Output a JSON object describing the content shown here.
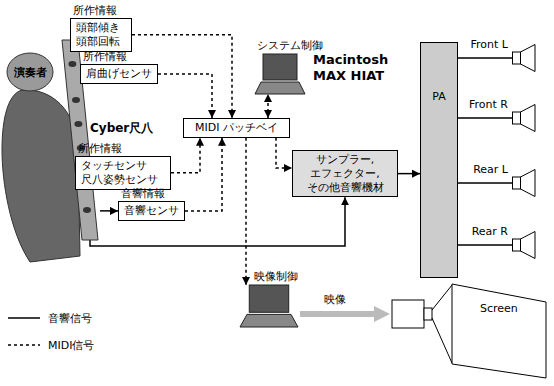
{
  "diagram": {
    "nodes": [
      {
        "text": [
          "演奏者"
        ]
      },
      {
        "text": [
          "Cyber尺八"
        ]
      },
      {
        "text": [
          "所作情報",
          "頭部傾き 頭部回転"
        ]
      },
      {
        "text": [
          "所作情報",
          "肩曲げセンサ"
        ]
      },
      {
        "text": [
          "システム制御",
          "Macintosh MAX HIAT"
        ]
      },
      {
        "text": [
          "MIDI パッチベイ"
        ]
      },
      {
        "text": [
          "所作情報",
          "タッチセンサ 尺八姿勢センサ"
        ]
      },
      {
        "text": [
          "音響情報",
          "音響センサ"
        ]
      },
      {
        "text": [
          "サンプラー, エフェクター, その他音響機材"
        ]
      },
      {
        "text": [
          "PA"
        ]
      },
      {
        "text": [
          "Front L"
        ]
      },
      {
        "text": [
          "Front R"
        ]
      },
      {
        "text": [
          "Rear L"
        ]
      },
      {
        "text": [
          "Rear R"
        ]
      },
      {
        "text": [
          "映像制御"
        ]
      },
      {
        "text": [
          "Screen"
        ]
      }
    ],
    "edges": [
      {
        "from": 2,
        "to": 5,
        "arrow": "to"
      },
      {
        "from": 3,
        "to": 5,
        "arrow": "to"
      },
      {
        "from": 5,
        "to": 4,
        "arrow": "both"
      },
      {
        "from": 6,
        "to": 5,
        "arrow": "to"
      },
      {
        "from": 7,
        "to": 5,
        "arrow": "to"
      },
      {
        "from": 5,
        "to": 8,
        "arrow": "to"
      },
      {
        "from": 5,
        "to": 14,
        "arrow": "to"
      },
      {
        "from": 1,
        "to": 7,
        "arrow": "to"
      },
      {
        "from": 1,
        "to": 8,
        "arrow": "to"
      },
      {
        "from": 8,
        "to": 9,
        "arrow": "to"
      },
      {
        "from": 9,
        "to": 10,
        "arrow": "none"
      },
      {
        "from": 9,
        "to": 11,
        "arrow": "none"
      },
      {
        "from": 9,
        "to": 12,
        "arrow": "none"
      },
      {
        "from": 9,
        "to": 13,
        "arrow": "none"
      }
    ],
    "labels": [
      "映像"
    ],
    "legend": [
      {
        "text": "音響信号"
      },
      {
        "text": "MIDI信号"
      }
    ]
  }
}
